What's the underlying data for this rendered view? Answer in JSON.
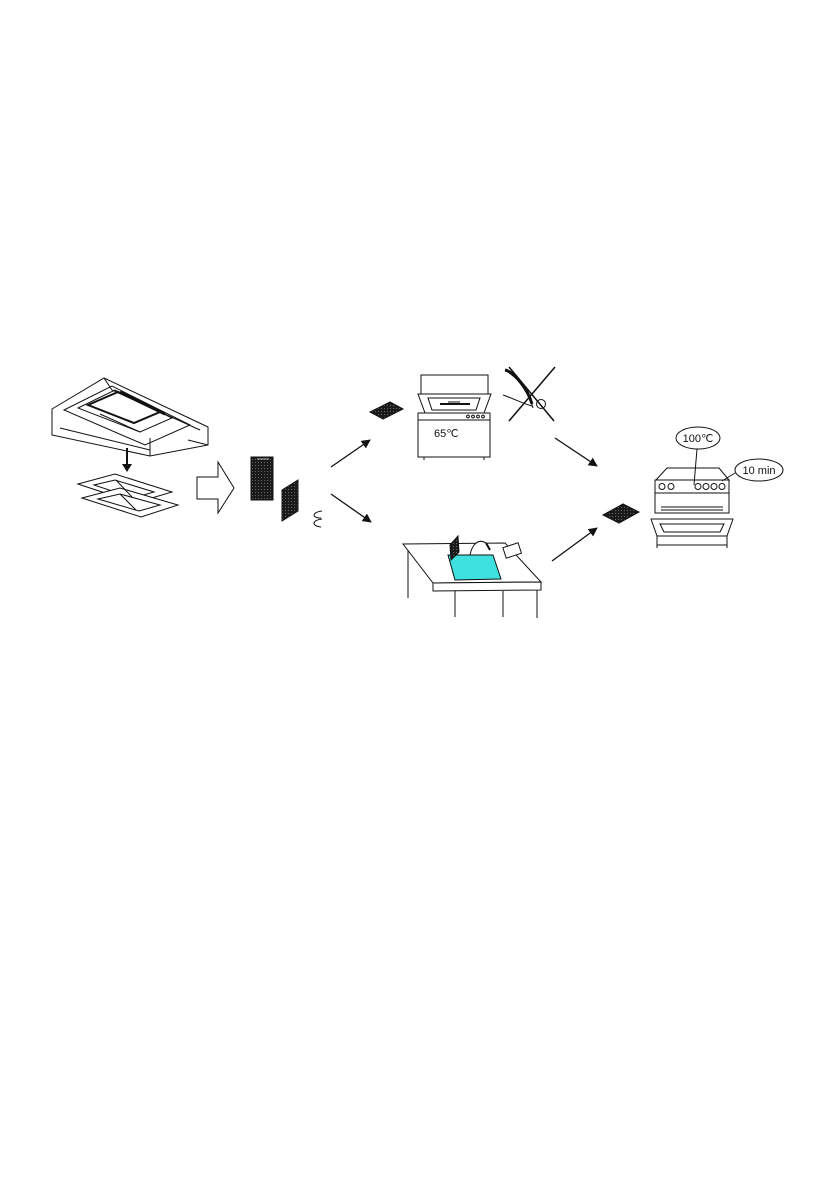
{
  "dishwasher": {
    "temperature_label": "65℃"
  },
  "oven": {
    "temperature_callout": "100℃",
    "time_callout": "10 min"
  },
  "colors": {
    "line": "#111111",
    "filter_fill": "#1a1a1a",
    "sink_water": "#3ee0e0",
    "background": "#ffffff"
  }
}
